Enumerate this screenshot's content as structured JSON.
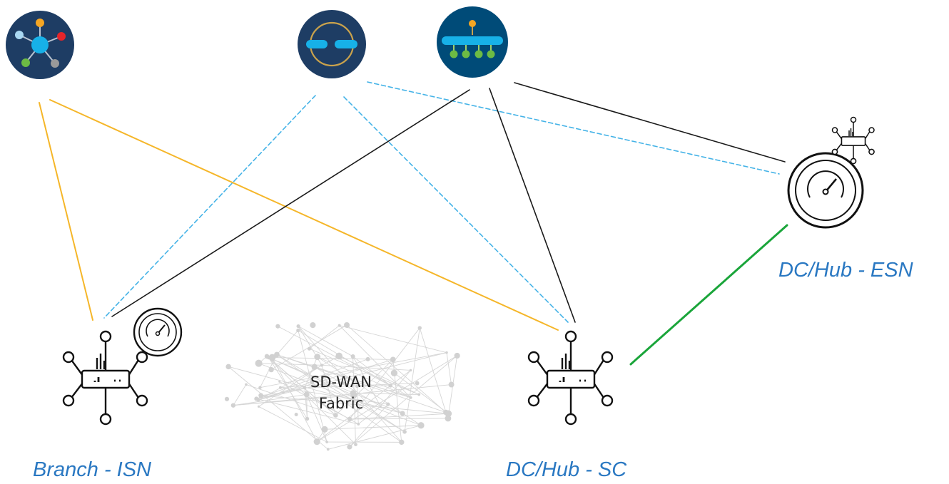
{
  "labels": {
    "branch": "Branch - ISN",
    "dc_hub_sc": "DC/Hub - SC",
    "dc_hub_esn": "DC/Hub - ESN",
    "fabric_line1": "SD-WAN",
    "fabric_line2": "Fabric"
  },
  "icons": {
    "hub": "network-hub-icon",
    "circle_link": "link-circle-icon",
    "topology": "bus-topology-icon",
    "router": "router-icon",
    "gauge": "speedometer-icon"
  },
  "colors": {
    "link_orange": "#f5b629",
    "link_blue_dashed": "#45b3e7",
    "link_black": "#1a1a1a",
    "link_green": "#1aa53a",
    "label_blue": "#2a78c2",
    "icon_navy": "#1e3d64",
    "icon_cyan": "#17b1e8"
  }
}
